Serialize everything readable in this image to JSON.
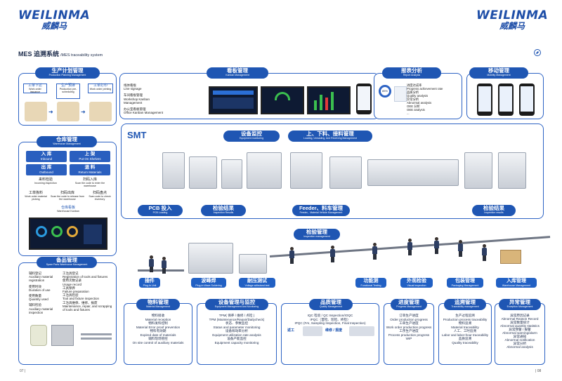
{
  "logo_left": {
    "en": "WEILINMA",
    "cn": "威麟马"
  },
  "logo_right": {
    "en": "WEILINMA",
    "cn": "威麟马"
  },
  "title": {
    "cn": "MES 追溯系统",
    "en": "/MES traceability system"
  },
  "icon_compass": "compass-icon",
  "production_planning": {
    "title": "生产计划管理",
    "subtitle": "Production Planning Management",
    "steps": [
      {
        "cn": "工单下达",
        "en": "Work order issuance"
      },
      {
        "cn": "生产预排",
        "en": "Production pre-scheduling"
      },
      {
        "cn": "工单打印",
        "en": "Work order printing"
      }
    ]
  },
  "kanban": {
    "title": "看板管理",
    "subtitle": "Kanban Management",
    "items": [
      "线体看板",
      "Line signage",
      "车间看板管理",
      "Workshop Kanban",
      "Management",
      "办公室看板管理",
      "Office Kanban Management"
    ]
  },
  "report": {
    "title": "报表分析",
    "subtitle": "Report Analysis",
    "percent": "85%",
    "items": [
      "进度达成率",
      "Progress achievement rate",
      "品质分析",
      "Quality analysis",
      "异常分析",
      "Abnormal analysis",
      "OEE 分析",
      "OEE analysis",
      "..."
    ]
  },
  "mobile": {
    "title": "移动管理",
    "subtitle": "Mobility Management"
  },
  "warehouse": {
    "title": "仓库管理",
    "subtitle": "Warehouse Management",
    "boxes": [
      {
        "cn": "入  库",
        "en": "Inbound"
      },
      {
        "cn": "上  架",
        "en": "Put On Shelves"
      },
      {
        "cn": "出  库",
        "en": "Outbound"
      },
      {
        "cn": "退  料",
        "en": "Return Materials"
      }
    ],
    "incoming_cn": "来料检验",
    "incoming_en": "Incoming inspection",
    "scan_in_cn": "扫码入库",
    "scan_in_en": "Scan the code to enter the warehouse",
    "wo_pick_cn": "工单拣料",
    "wo_pick_en": "Work order material picking",
    "scan_out_cn": "扫码出库",
    "scan_out_en": "Scan the code to release from the warehouse",
    "scan_check_cn": "扫码盘点",
    "scan_check_en": "Scan code to check inventory",
    "kanban_cn": "仓库看板",
    "kanban_en": "Warehouse Kanban"
  },
  "spare": {
    "title": "备品管理",
    "subtitle": "Spare Parts Warehouse Management",
    "rows": [
      {
        "cn": "辅料登记",
        "en": "Auxiliary material registration",
        "cn2": "工治具登记",
        "en2": "Registration of tools and fixtures"
      },
      {
        "cn": "使用时效",
        "en": "Duration of use",
        "cn2": "使用次数记录",
        "en2": "Usage record"
      },
      {
        "cn": "使用数量",
        "en": "Quantity used",
        "cn2": "工具保养",
        "en2": "Failure preparation"
      },
      {
        "cn": "辅料检验",
        "en": "Auxiliary material inspection",
        "cn2": "工治具检验",
        "en2": "Tool and fixture inspection"
      }
    ],
    "extra_cn": "工治具维保、维修、报废",
    "extra_en": "Maintenance, repair, and scrapping of tools and fixtures"
  },
  "smt": {
    "label": "SMT",
    "equipment": {
      "title": "设备监控",
      "subtitle": "Equipment monitoring"
    },
    "loading": {
      "title": "上、下料、接料管理",
      "subtitle": "Loading, Unloading, And Receiving Management"
    },
    "pcb": {
      "title": "PCB 投入",
      "subtitle": "PCB Loading"
    },
    "inspect1": {
      "title": "检验结果",
      "subtitle": "Inspection Results"
    },
    "feeder": {
      "title": "Feeder、料车管理",
      "subtitle": "Feeder、Material Vehicle Management"
    },
    "inspect2": {
      "title": "检验结果",
      "subtitle": "Inspection results"
    }
  },
  "assembly": {
    "inspection": {
      "title": "检验管理",
      "subtitle": "Inspection management"
    },
    "stages": [
      {
        "cn": "插件",
        "en": "Plug-In Unit"
      },
      {
        "cn": "波峰焊",
        "en": "Plug-in Wave Soldering"
      },
      {
        "cn": "耐压测试",
        "en": "Voltage withstand test"
      },
      {
        "cn": "功能测",
        "en": "Functional Testing"
      },
      {
        "cn": "外观检验",
        "en": "Visual inspection"
      },
      {
        "cn": "包装管理",
        "en": "Packaging Management"
      },
      {
        "cn": "入库管理",
        "en": "Warehouse Management"
      }
    ]
  },
  "bottom": [
    {
      "title": "物料管理",
      "subtitle": "Material Management",
      "lines": [
        "物料接收",
        "Material reception",
        "物料发料控制",
        "Material Error proof prevention",
        "物料有效期",
        "Expired date of materials",
        "辅料现场管控",
        "On site control of auxiliary materials"
      ]
    },
    {
      "title": "设备管理与监控",
      "subtitle": "Equipment Management And Monitoring",
      "lines": [
        "TPM( 保养 / 维修 / 点检 )",
        "TPM (Maintenance/Repair/Dailycheck)",
        "状态、参数监控",
        "Status and parameter monitoring",
        "设备稼动率分析",
        "Equipment utilization rate analysis",
        "设备产能监控",
        "Equipment capacity monitoring"
      ]
    },
    {
      "title": "品质管理",
      "subtitle": "Quality Management",
      "lines": [
        "IQC 检验 / QC Inspection/IOQC",
        "IPQC（首检、巡检、终检）",
        "IPQC (FAI, Sampling Inspection, Final Inspection)"
      ],
      "tag1": "返工",
      "tag2": "维修 / 报废"
    },
    {
      "title": "进度管理",
      "subtitle": "Progress Management",
      "lines": [
        "订单生产进度",
        "Order production progress",
        "工单生产进度",
        "Work order production progress",
        "工序生产进度",
        "Process production progress",
        "WIP"
      ]
    },
    {
      "title": "追溯管理",
      "subtitle": "Traceability management",
      "lines": [
        "生产过程追溯",
        "Production process traceability",
        "物料追溯",
        "Material traceability",
        "人工、工时追溯",
        "Labor and labor-hour traceability",
        "品质追溯",
        "Quality traceability"
      ]
    },
    {
      "title": "异常管理",
      "subtitle": "Exception Management",
      "lines": [
        "异常原因记录",
        "Abnormal Reason Record",
        "异常数量统计",
        "Abnormal quantity statistics",
        "异常预警 / 报警",
        "Abnormal warning/alarm",
        "异常通知",
        "Abnormal notification",
        "异常分析",
        "Abnormal analysis"
      ]
    }
  ],
  "page_left": "07",
  "page_right": "08",
  "colors": {
    "brand": "#1f56b3",
    "panel_border": "#2d63c4",
    "accent_green": "#3bbf4f",
    "accent_red": "#e23a3a"
  }
}
